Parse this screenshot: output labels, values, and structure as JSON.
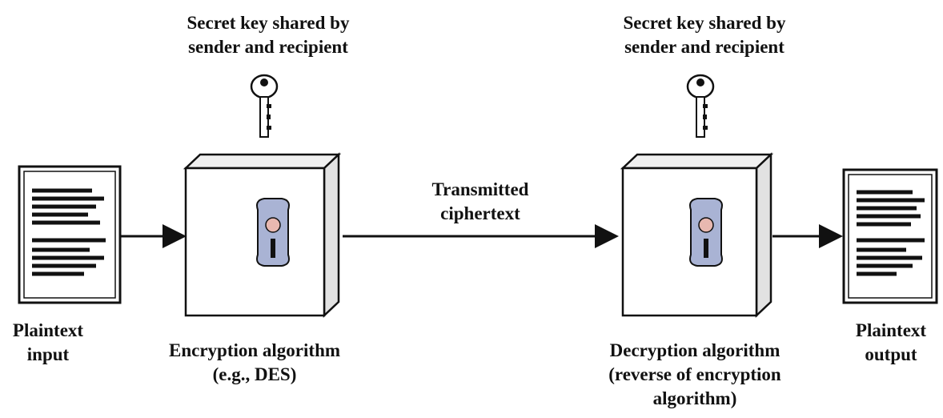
{
  "diagram": {
    "key_left": {
      "line1": "Secret key shared by",
      "line2": "sender and recipient"
    },
    "key_right": {
      "line1": "Secret key shared by",
      "line2": "sender and recipient"
    },
    "plaintext_input": {
      "line1": "Plaintext",
      "line2": "input"
    },
    "encryption": {
      "line1": "Encryption algorithm",
      "line2": "(e.g., DES)"
    },
    "transmitted": {
      "line1": "Transmitted",
      "line2": "ciphertext"
    },
    "decryption": {
      "line1": "Decryption algorithm",
      "line2": "(reverse of encryption",
      "line3": "algorithm)"
    },
    "plaintext_output": {
      "line1": "Plaintext",
      "line2": "output"
    },
    "colors": {
      "box_face": "#ffffff",
      "box_side": "#e8e8e8",
      "lock_plate": "#a9b3d4",
      "lock_knob": "#e8b8b0",
      "stroke": "#111111"
    }
  }
}
